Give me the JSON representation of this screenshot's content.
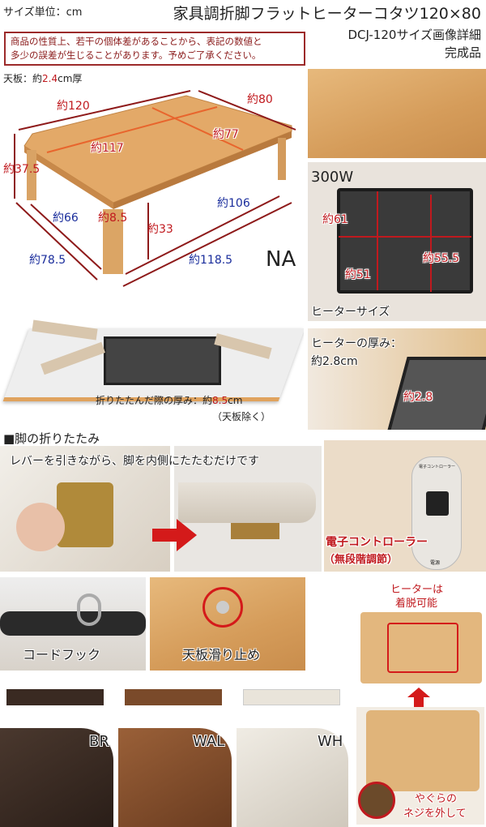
{
  "header": {
    "unit": "サイズ単位：cm",
    "title": "家具調折脚フラットヒーターコタツ120×80",
    "subtitle": "DCJ-120サイズ画像詳細",
    "subtitle2": "完成品",
    "notice_line1": "商品の性質上、若干の個体差があることから、表記の数値と",
    "notice_line2": "多少の誤差が生じることがあります。予めご了承ください。",
    "top_thickness_prefix": "天板：約",
    "top_thickness_value": "2.4",
    "top_thickness_suffix": "cm厚"
  },
  "diagram": {
    "width": "約120",
    "depth": "約80",
    "inner_width": "約117",
    "inner_depth": "約77",
    "height": "約37.5",
    "leg_inner_depth": "約66",
    "leg_width": "約8.5",
    "under_height": "約33",
    "leg_inner_width": "約106",
    "leg_outer_depth": "約78.5",
    "leg_outer_width": "約118.5",
    "color_code": "NA"
  },
  "heater": {
    "wattage": "300W",
    "w": "約61",
    "d": "約51",
    "d2": "約55.5",
    "label": "ヒーターサイズ",
    "thickness_line1": "ヒーターの厚み：",
    "thickness_line2": "約2.8cm",
    "thickness_mark": "約2.8"
  },
  "folded": {
    "prefix": "折りたたんだ際の厚み：約",
    "value": "8.5",
    "suffix": "cm",
    "note": "（天板除く）"
  },
  "folding": {
    "section_title": "■脚の折りたたみ",
    "caption": "レバーを引きながら、脚を内側にたたむだけです"
  },
  "controller": {
    "label1": "電子コントローラー",
    "label2": "（無段階調節）",
    "device_title": "電子コントローラー",
    "device_power": "電源"
  },
  "features": {
    "cord_hook": "コードフック",
    "slide_stop": "天板滑り止め"
  },
  "removable": {
    "title1": "ヒーターは",
    "title2": "着脱可能",
    "note1": "やぐらの",
    "note2": "ネジを外して"
  },
  "colors": [
    {
      "code": "BR",
      "hex": "#3a2a22"
    },
    {
      "code": "WAL",
      "hex": "#7a4a2a"
    },
    {
      "code": "WH",
      "hex": "#e9e4da"
    }
  ]
}
